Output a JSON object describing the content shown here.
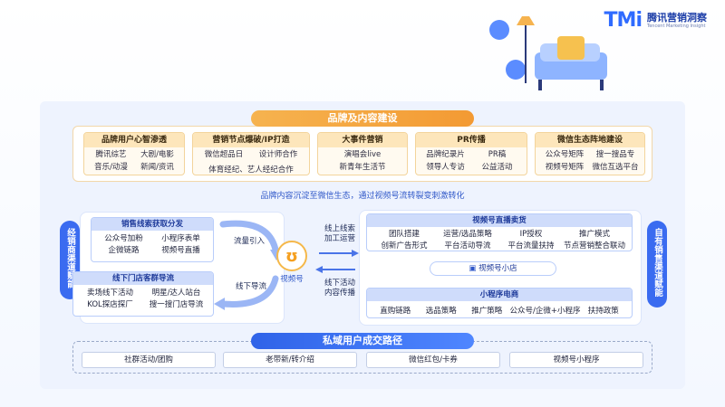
{
  "logo": {
    "mark": "TMi",
    "name_cn": "腾讯营销洞察",
    "name_en": "Tencent Marketing Insight"
  },
  "brand": {
    "title": "品牌及内容建设",
    "cards": [
      {
        "title": "品牌用户心智渗透",
        "items": [
          "腾讯综艺",
          "大剧/电影",
          "音乐/动漫",
          "新闻/资讯"
        ]
      },
      {
        "title": "营销节点爆破/IP打造",
        "items": [
          "微信超品日",
          "设计师合作",
          "体育经纪、艺人经纪合作"
        ]
      },
      {
        "title": "大事件营销",
        "items": [
          "演唱会live",
          "新青年生活节"
        ]
      },
      {
        "title": "PR传播",
        "items": [
          "品牌纪录片",
          "PR稿",
          "领导人专访",
          "公益活动"
        ]
      },
      {
        "title": "微信生态阵地建设",
        "items": [
          "公众号矩阵",
          "搜一搜品专",
          "视频号矩阵",
          "微信互选平台"
        ]
      }
    ]
  },
  "banner": "品牌内容沉淀至微信生态，通过视频号流转裂变刺激转化",
  "left_side_label": "经销商渠道赋能",
  "right_side_label": "自有销售渠道赋能",
  "left_group": {
    "box1": {
      "title": "销售线索获取分发",
      "items": [
        "公众号加粉",
        "小程序表单",
        "企微链路",
        "视频号直播"
      ]
    },
    "box2": {
      "title": "线下门店客群导流",
      "items": [
        "卖场线下活动",
        "明星/达人站台",
        "KOL探店探厂",
        "搜一搜门店导流"
      ]
    }
  },
  "center": {
    "label": "视频号",
    "left_top_arrow": "流量引入",
    "left_bottom_arrow": "线下导流",
    "right_top_arrow": "线上线索\n加工运营",
    "right_bottom_arrow": "线下活动\n内容传播"
  },
  "right_group": {
    "live": {
      "title": "视频号直播卖货",
      "items": [
        "团队搭建",
        "运营/选品策略",
        "IP授权",
        "推广模式",
        "创新广告形式",
        "平台活动导流",
        "平台流量扶持",
        "节点营销整合联动"
      ]
    },
    "store": "视频号小店",
    "mini": {
      "title": "小程序电商",
      "items": [
        "直购链路",
        "选品策略",
        "推广策略",
        "公众号/企微+小程序",
        "扶持政策"
      ]
    }
  },
  "private": {
    "title": "私域用户成交路径",
    "items": [
      "社群活动/团购",
      "老带新/转介绍",
      "微信红包/卡券",
      "视频号小程序"
    ]
  },
  "colors": {
    "accent_blue": "#3a6bf0",
    "accent_orange": "#f39a33"
  }
}
